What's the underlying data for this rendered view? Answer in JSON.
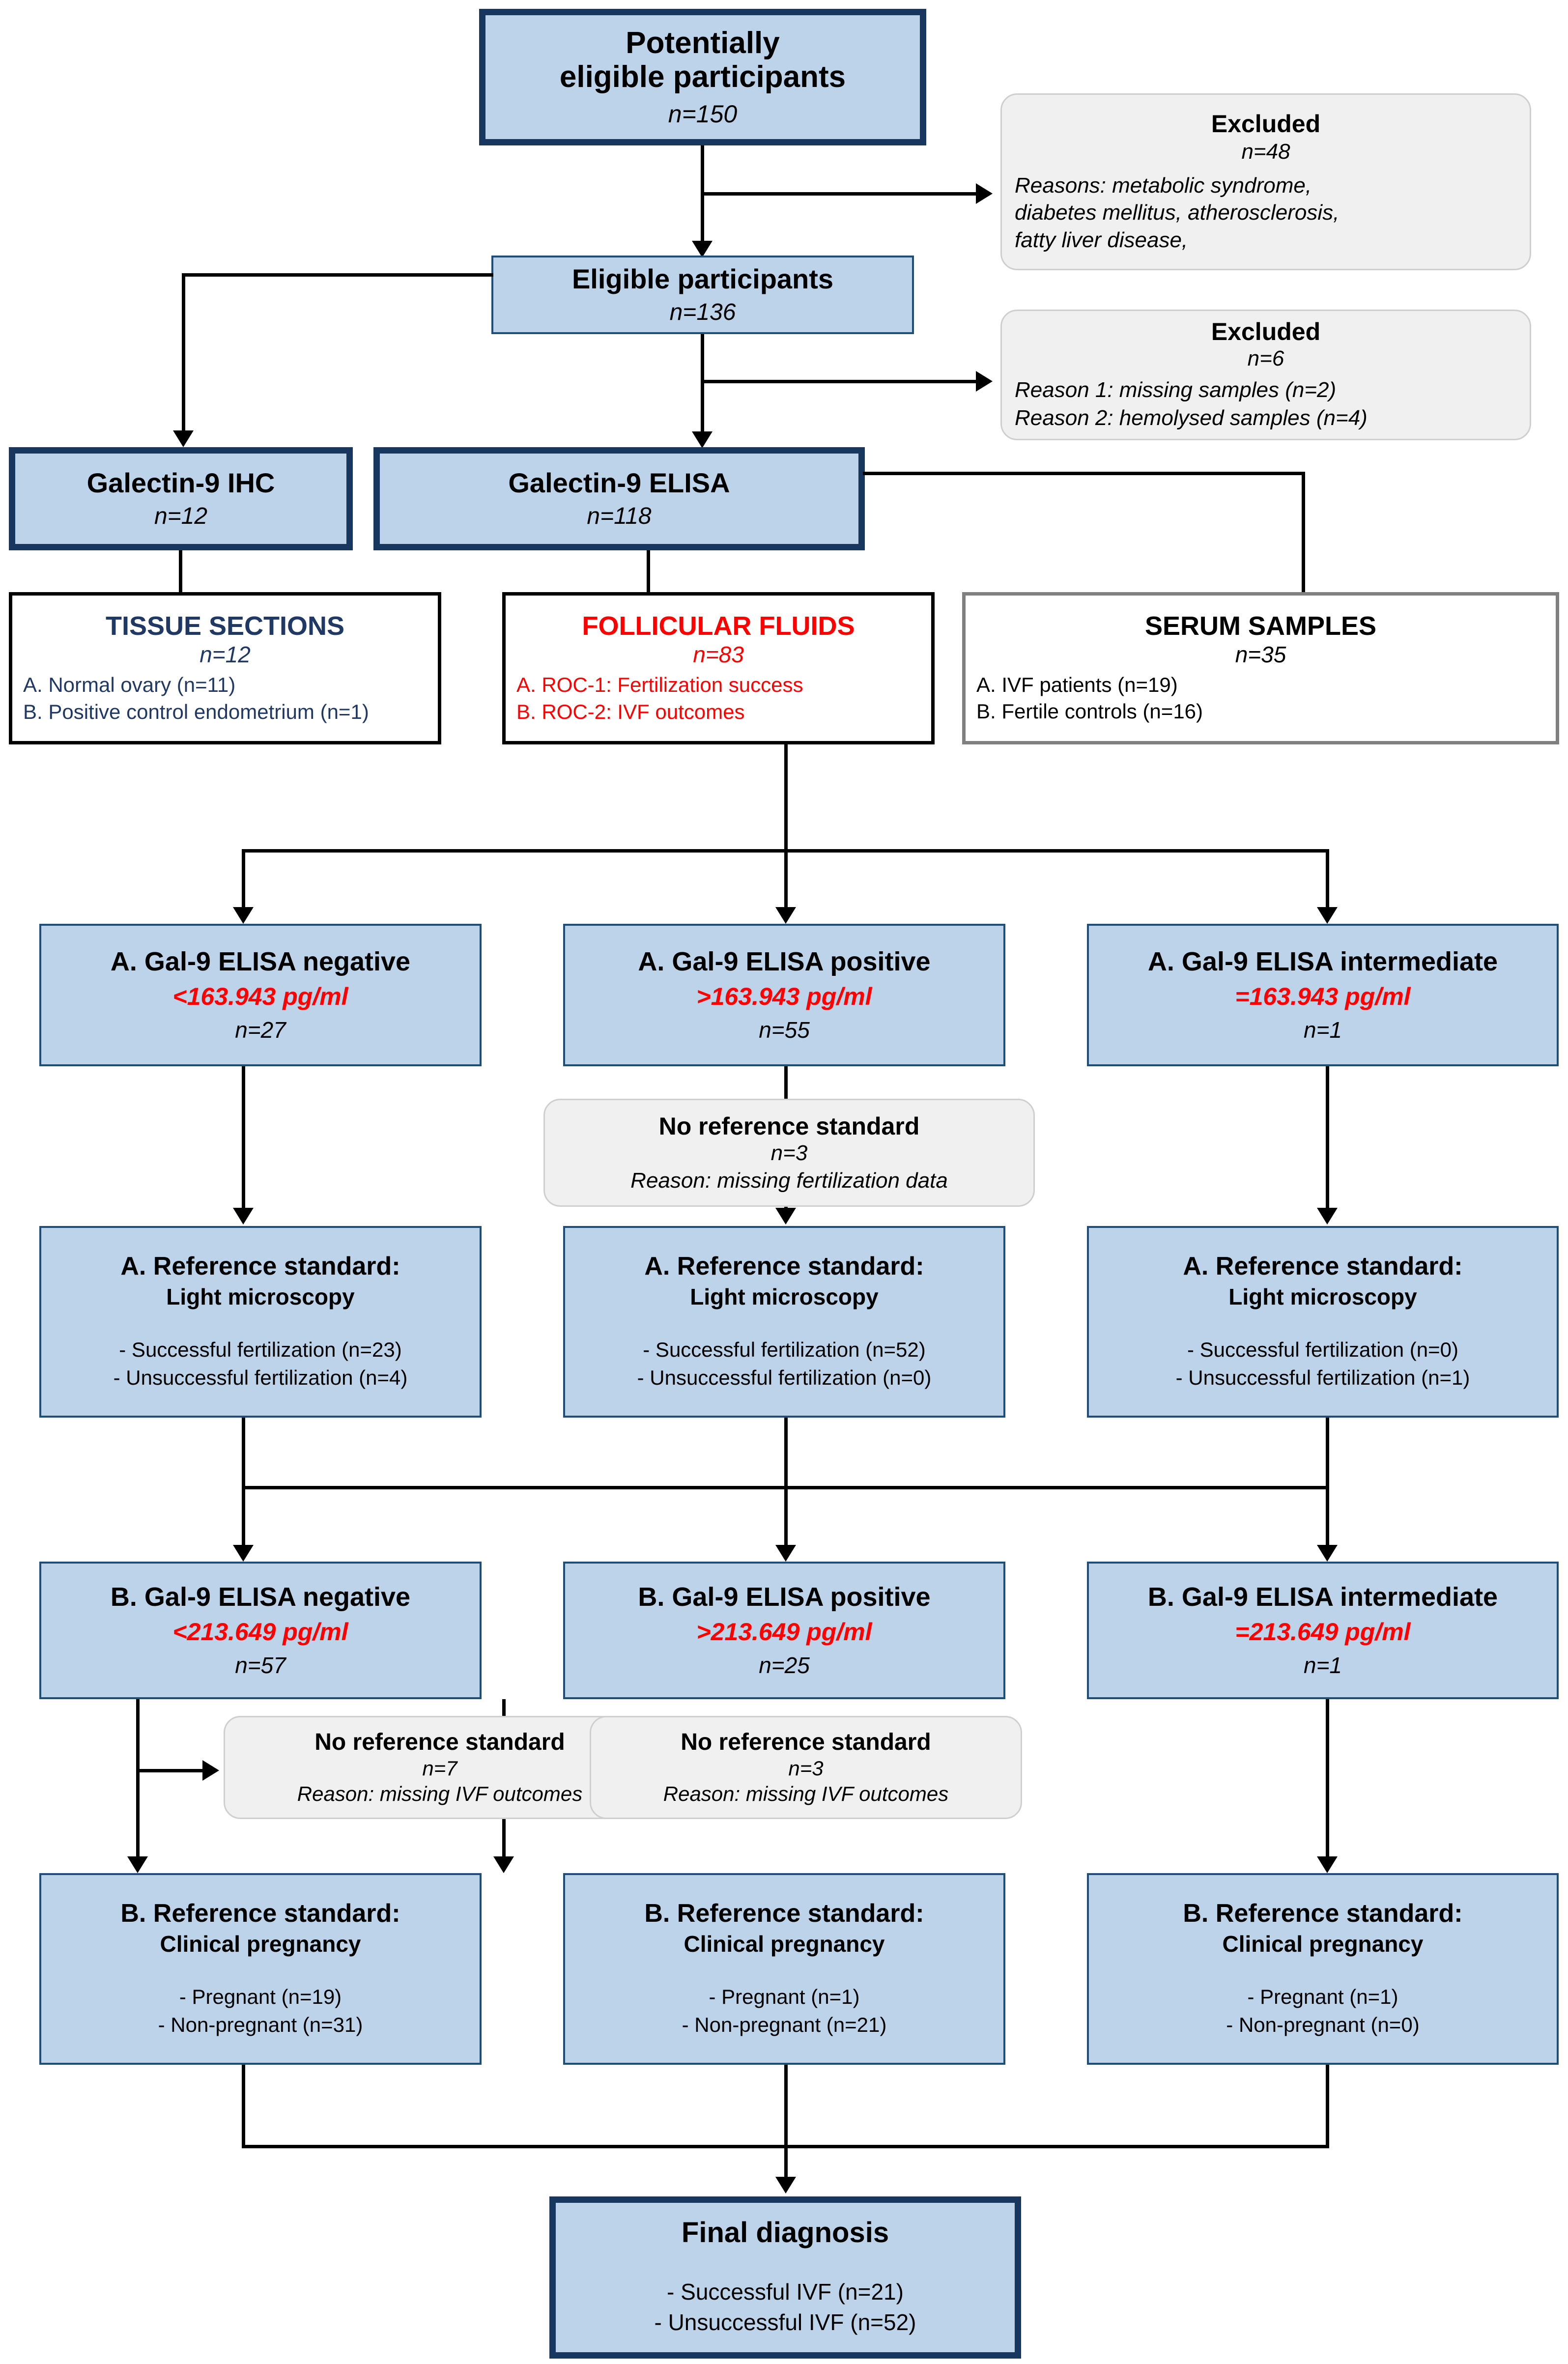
{
  "diagram": {
    "title": "STARD participant flow diagram — Galectin-9 in IVF",
    "colors": {
      "blue_fill": "#bdd3ea",
      "blue_border": "#1f4e79",
      "navy_border": "#17375e",
      "note_fill": "#f0f0f0",
      "red": "#ff0000",
      "navy_text": "#1f3864"
    }
  },
  "nodes": {
    "potentially_eligible": {
      "title_line1": "Potentially",
      "title_line2": "eligible participants",
      "n": "n=150"
    },
    "excluded_1": {
      "title": "Excluded",
      "n": "n=48",
      "reason_line1": "Reasons: metabolic syndrome,",
      "reason_line2": "diabetes mellitus, atherosclerosis,",
      "reason_line3": "fatty liver disease,"
    },
    "eligible": {
      "title": "Eligible participants",
      "n": "n=136"
    },
    "excluded_2": {
      "title": "Excluded",
      "n": "n=6",
      "reason_line1": "Reason 1: missing samples (n=2)",
      "reason_line2": "Reason 2: hemolysed samples (n=4)"
    },
    "gal9_ihc": {
      "title": "Galectin-9 IHC",
      "n": "n=12"
    },
    "gal9_elisa": {
      "title": "Galectin-9 ELISA",
      "n": "n=118"
    },
    "tissue_sections": {
      "title": "TISSUE SECTIONS",
      "n": "n=12",
      "item_a": "A. Normal ovary (n=11)",
      "item_b": "B. Positive control endometrium (n=1)"
    },
    "follicular_fluids": {
      "title": "FOLLICULAR FLUIDS",
      "n": "n=83",
      "item_a": "A. ROC-1: Fertilization success",
      "item_b": "B. ROC-2: IVF outcomes"
    },
    "serum_samples": {
      "title": "SERUM SAMPLES",
      "n": "n=35",
      "item_a": "A. IVF patients (n=19)",
      "item_b": "B. Fertile controls (n=16)"
    },
    "a_negative": {
      "title": "A. Gal-9 ELISA negative",
      "threshold": "<163.943 pg/ml",
      "n": "n=27"
    },
    "a_positive": {
      "title": "A. Gal-9 ELISA positive",
      "threshold": ">163.943 pg/ml",
      "n": "n=55"
    },
    "a_intermediate": {
      "title": "A. Gal-9 ELISA intermediate",
      "threshold": "=163.943 pg/ml",
      "n": "n=1"
    },
    "a_no_ref": {
      "title": "No reference standard",
      "n": "n=3",
      "reason": "Reason: missing  fertilization data"
    },
    "a_ref_left": {
      "title": "A. Reference standard:",
      "subtitle": "Light microscopy",
      "item_1": "- Successful fertilization (n=23)",
      "item_2": "- Unsuccessful fertilization (n=4)"
    },
    "a_ref_mid": {
      "title": "A. Reference standard:",
      "subtitle": "Light microscopy",
      "item_1": "- Successful fertilization (n=52)",
      "item_2": "- Unsuccessful fertilization (n=0)"
    },
    "a_ref_right": {
      "title": "A. Reference standard:",
      "subtitle": "Light microscopy",
      "item_1": "- Successful fertilization (n=0)",
      "item_2": "- Unsuccessful fertilization (n=1)"
    },
    "b_negative": {
      "title": "B. Gal-9 ELISA negative",
      "threshold": "<213.649 pg/ml",
      "n": "n=57"
    },
    "b_positive": {
      "title": "B. Gal-9 ELISA positive",
      "threshold": ">213.649 pg/ml",
      "n": "n=25"
    },
    "b_intermediate": {
      "title": "B. Gal-9 ELISA intermediate",
      "threshold": "=213.649 pg/ml",
      "n": "n=1"
    },
    "b_no_ref_left": {
      "title": "No reference standard",
      "n": "n=7",
      "reason": "Reason: missing IVF outcomes"
    },
    "b_no_ref_mid": {
      "title": "No reference standard",
      "n": "n=3",
      "reason": "Reason: missing IVF outcomes"
    },
    "b_ref_left": {
      "title": "B. Reference standard:",
      "subtitle": "Clinical  pregnancy",
      "item_1": "- Pregnant (n=19)",
      "item_2": "- Non-pregnant (n=31)"
    },
    "b_ref_mid": {
      "title": "B. Reference standard:",
      "subtitle": "Clinical  pregnancy",
      "item_1": "- Pregnant (n=1)",
      "item_2": "- Non-pregnant (n=21)"
    },
    "b_ref_right": {
      "title": "B. Reference standard:",
      "subtitle": "Clinical  pregnancy",
      "item_1": "- Pregnant (n=1)",
      "item_2": "- Non-pregnant (n=0)"
    },
    "final_diagnosis": {
      "title": "Final diagnosis",
      "item_1": "- Successful IVF (n=21)",
      "item_2": "- Unsuccessful IVF (n=52)"
    }
  }
}
